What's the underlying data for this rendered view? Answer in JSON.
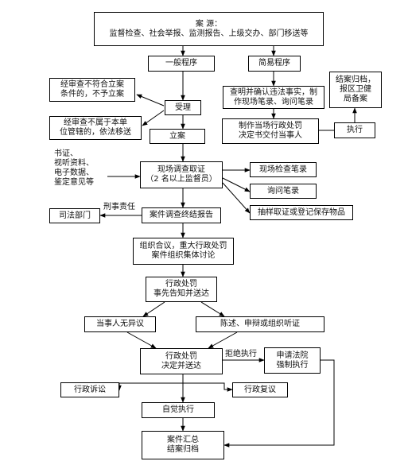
{
  "nodes": {
    "source": "案  源：\n监督检查、社会举报、监测报告、上级交办、部门移送等",
    "general": "一般程序",
    "simple": "简易程序",
    "reject1": "经审查不符合立案\n条件的，不予立案",
    "reject2": "经审查不属于本单\n位管辖的，依法移送",
    "accept": "受理",
    "confirm": "查明并确认违法事实，制\n作现场笔录、询问笔录",
    "make_decision": "制作当场行政处罚\n决定书交付当事人",
    "archive_report": "结案归档，\n报区卫健\n局备案",
    "execute_simple": "执行",
    "file_case": "立案",
    "evidence_types": "书证、\n视听资料、\n电子数据、\n鉴定意见等",
    "investigate": "现场调查取证\n（2 名以上监督员）",
    "inspection_record": "现场检查笔录",
    "inquiry_record": "询问笔录",
    "sampling": "抽样取证或登记保存物品",
    "judicial": "司法部门",
    "report": "案件调查终结报告",
    "discussion": "组织合议，重大行政处罚\n案件组织集体讨论",
    "notify": "行政处罚\n事先告知并送达",
    "no_objection": "当事人无异议",
    "statement": "陈述、申辩或组织听证",
    "decision": "行政处罚\n决定并送达",
    "enforce": "申请法院\n强制执行",
    "litigation": "行政诉讼",
    "reconsideration": "行政复议",
    "voluntary": "自觉执行",
    "summary": "案件汇总\n结案归档"
  },
  "labels": {
    "criminal": "刑事责任",
    "refuse": "拒绝执行"
  }
}
